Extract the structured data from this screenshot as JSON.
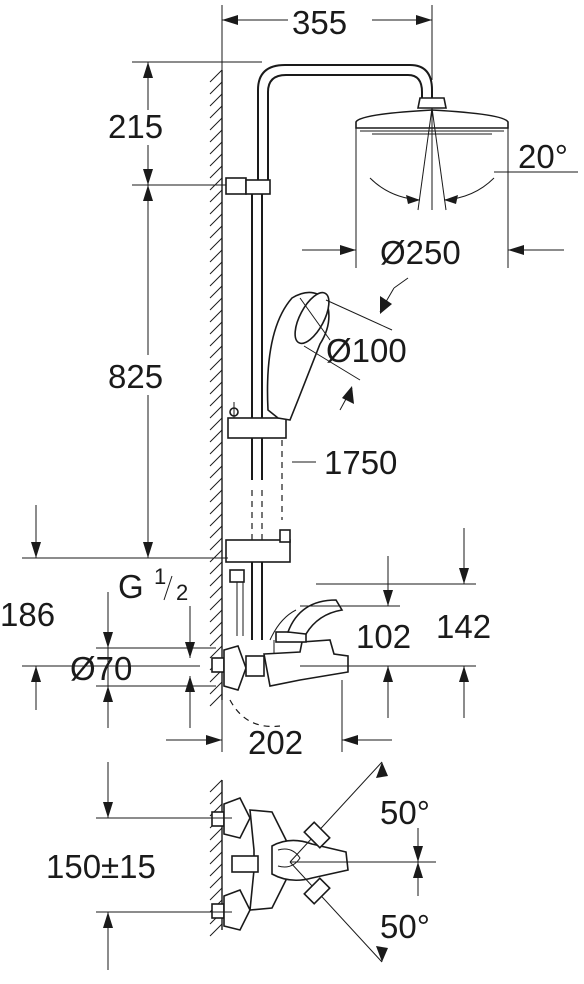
{
  "dimensions": {
    "width_total": "355",
    "head_drop": "215",
    "bar_length": "825",
    "rail_height": "1750",
    "head_diameter": "Ø250",
    "hand_shower_diameter": "Ø100",
    "head_tilt": "20°",
    "outlet_height": "186",
    "connection_thread_main": "G",
    "connection_thread_fraction_num": "1",
    "connection_thread_fraction_den": "2",
    "escutcheon_diameter": "Ø70",
    "spout_projection": "202",
    "spout_height": "102",
    "lever_height": "142",
    "centres": "150±15",
    "lever_angle_top": "50°",
    "lever_angle_bottom": "50°"
  }
}
